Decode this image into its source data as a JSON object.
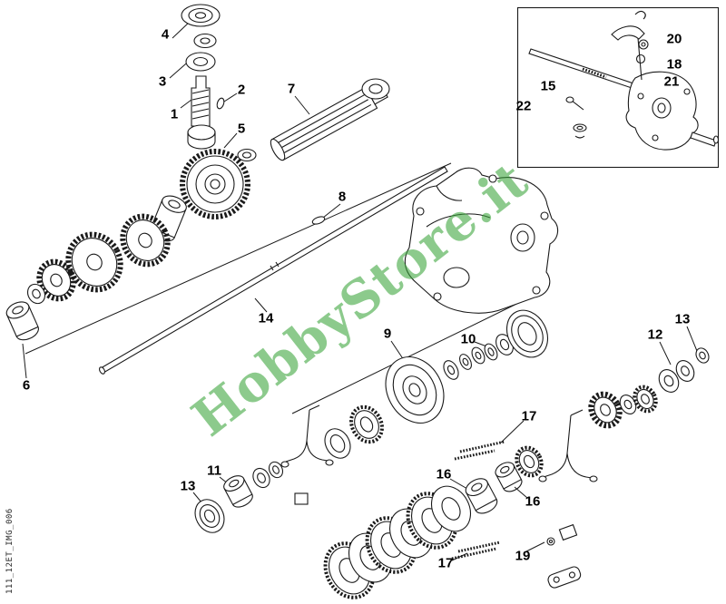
{
  "diagram": {
    "watermark": "HobbyStore.it",
    "watermark_color": "#3aa53a",
    "image_code": "111_12ET_IMG_006"
  },
  "callouts": {
    "c1": "1",
    "c2": "2",
    "c3": "3",
    "c4": "4",
    "c5": "5",
    "c6": "6",
    "c7": "7",
    "c8": "8",
    "c9": "9",
    "c10": "10",
    "c11": "11",
    "c12": "12",
    "c13": "13",
    "c13b": "13",
    "c14": "14",
    "c15": "15",
    "c16": "16",
    "c16b": "16",
    "c17": "17",
    "c17b": "17",
    "c18": "18",
    "c19": "19",
    "c20": "20",
    "c21": "21",
    "c22": "22"
  }
}
